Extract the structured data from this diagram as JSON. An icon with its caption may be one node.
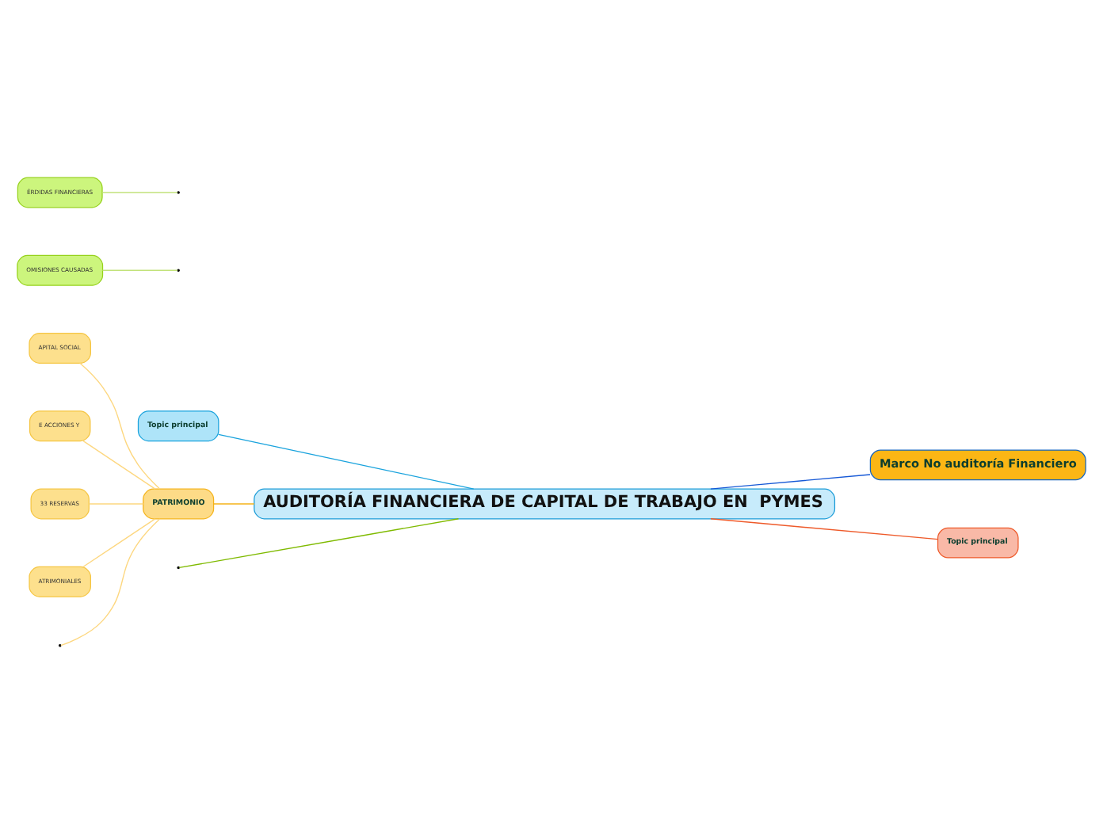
{
  "diagram": {
    "nodes": [
      {
        "text": [
          "AUDITORÍA FINANCIERA DE CAPITAL DE TRABAJO EN  PYMES"
        ]
      },
      {
        "text": [
          "Marco No auditoría Financiero"
        ]
      },
      {
        "text": [
          "Topic principal"
        ]
      },
      {
        "text": [
          "Topic principal"
        ]
      },
      {
        "text": [
          "PATRIMONIO"
        ]
      },
      {
        "text": [
          "APITAL SOCIAL"
        ]
      },
      {
        "text": [
          "E ACCIONES Y"
        ]
      },
      {
        "text": [
          "33 RESERVAS"
        ]
      },
      {
        "text": [
          "ATRIMONIALES"
        ]
      },
      {
        "text": [
          "OMISIONES CAUSADAS"
        ]
      },
      {
        "text": [
          "ÉRDIDAS FINANCIERAS"
        ]
      }
    ],
    "edges": [
      {
        "from": 0,
        "to": 1,
        "arrow": "none",
        "color": "#1558d6"
      },
      {
        "from": 0,
        "to": 2,
        "arrow": "none",
        "color": "#1aa3dd"
      },
      {
        "from": 0,
        "to": 3,
        "arrow": "none",
        "color": "#ee5a2a"
      },
      {
        "from": 0,
        "to": 4,
        "arrow": "none",
        "color": "#f5b31a"
      },
      {
        "from": 0,
        "to": null,
        "arrow": "none",
        "color": "#7fba00"
      },
      {
        "from": 4,
        "to": 5,
        "arrow": "none",
        "color": "#fdd77f"
      },
      {
        "from": 4,
        "to": 6,
        "arrow": "none",
        "color": "#fdd77f"
      },
      {
        "from": 4,
        "to": 7,
        "arrow": "none",
        "color": "#fdd77f"
      },
      {
        "from": 4,
        "to": 8,
        "arrow": "none",
        "color": "#fdd77f"
      },
      {
        "from": 4,
        "to": null,
        "arrow": "none",
        "color": "#fdd77f"
      },
      {
        "from": null,
        "to": 9,
        "arrow": "none",
        "color": "#c2e27a"
      },
      {
        "from": null,
        "to": 10,
        "arrow": "none",
        "color": "#c2e27a"
      }
    ]
  }
}
